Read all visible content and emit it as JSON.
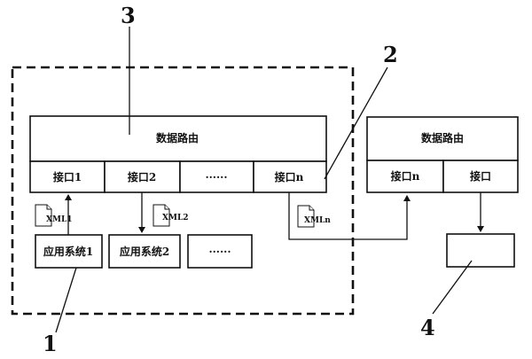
{
  "left_system": {
    "router_label": "数据路由",
    "interfaces": [
      "接口1",
      "接口2",
      "······",
      "接口n"
    ],
    "apps": [
      "应用系统1",
      "应用系统2",
      "······"
    ],
    "messages": [
      "XML1",
      "XML2",
      "XMLn"
    ]
  },
  "right_system": {
    "router_label": "数据路由",
    "interfaces": [
      "接口n",
      "接口"
    ]
  },
  "callouts": [
    "1",
    "2",
    "3",
    "4"
  ]
}
